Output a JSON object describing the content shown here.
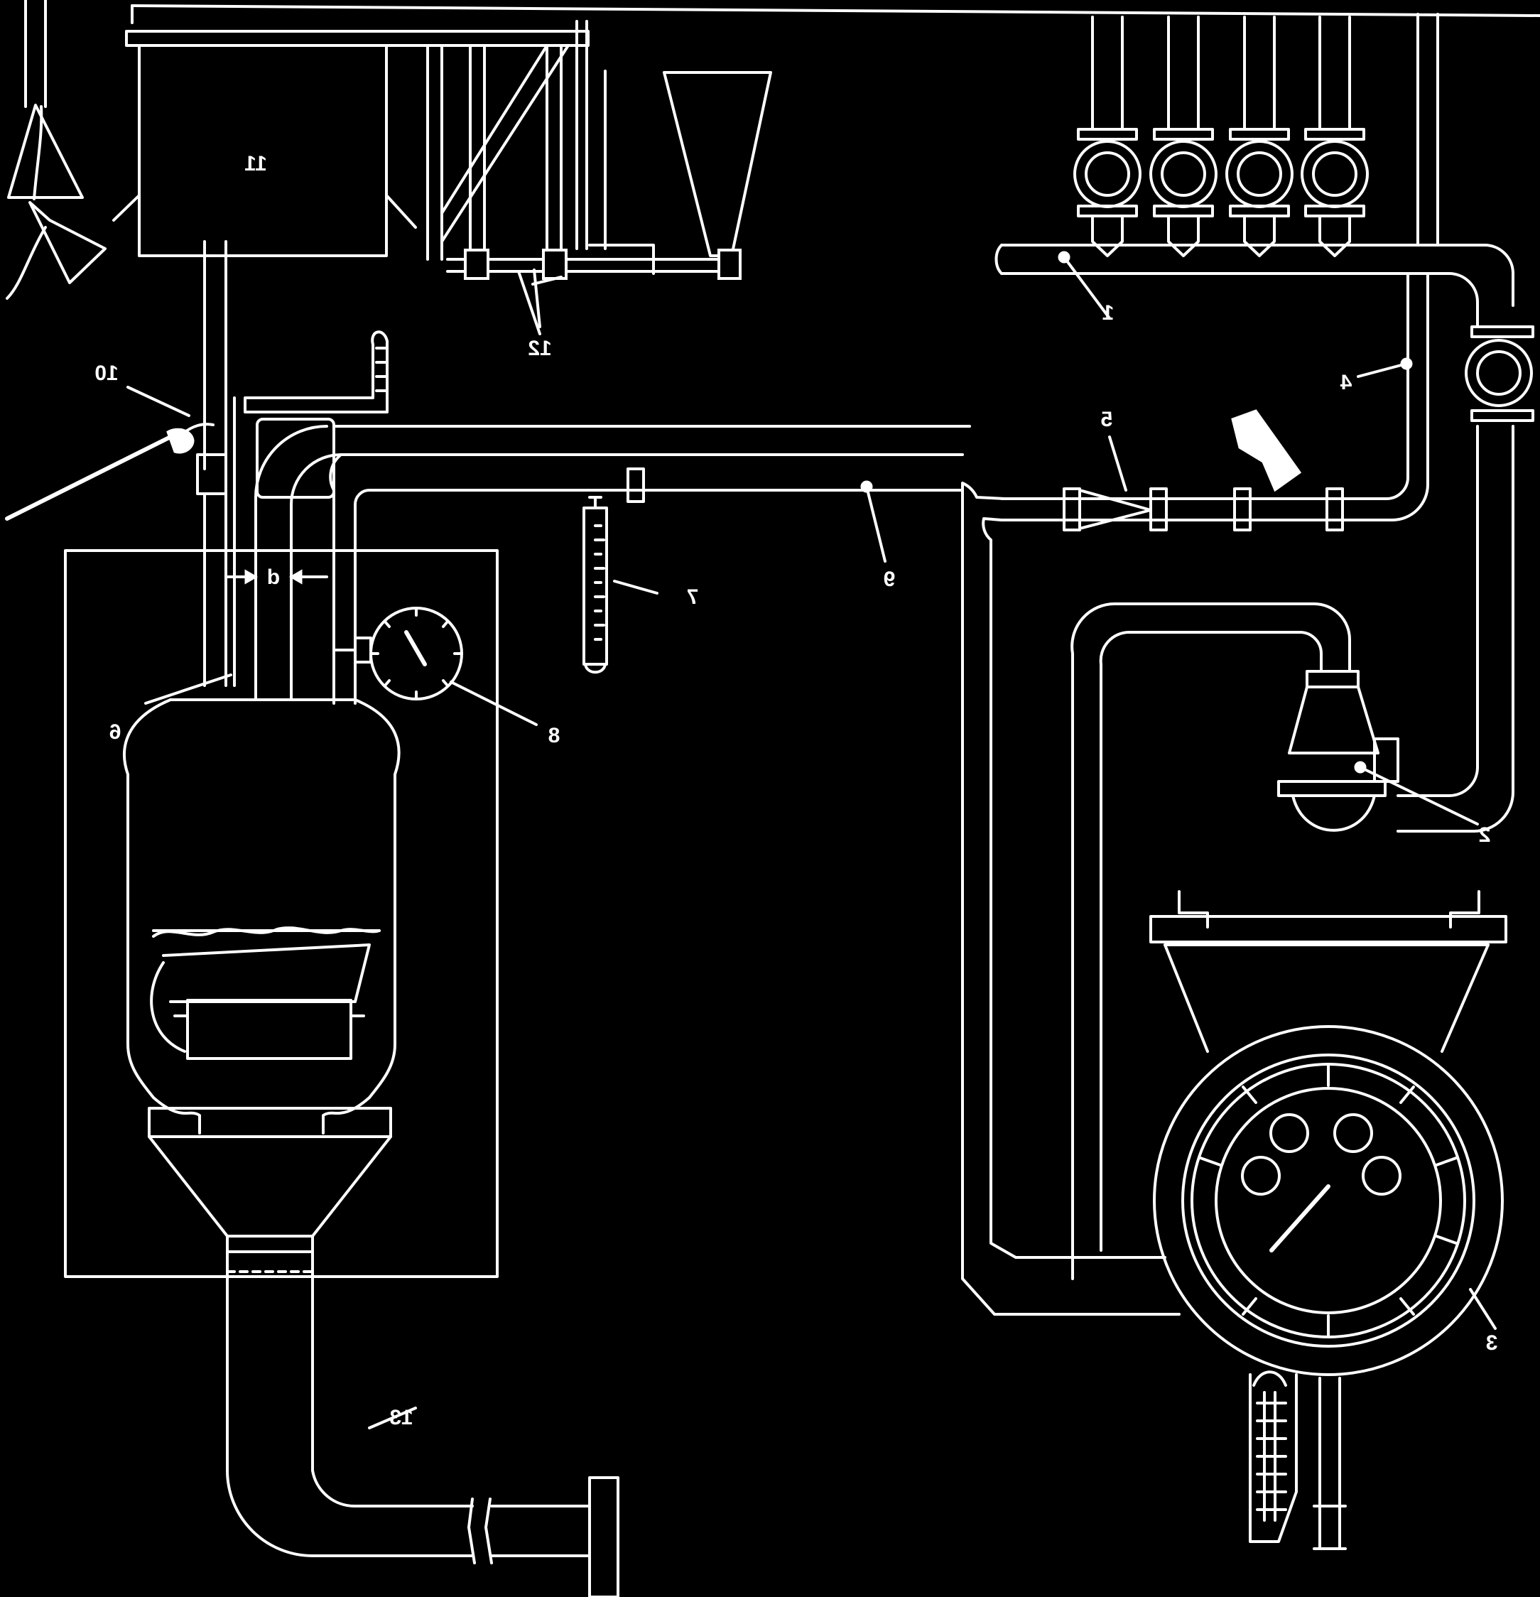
{
  "diagram": {
    "orientation": "mirrored",
    "colors": {
      "background": "#000000",
      "line": "#ffffff"
    },
    "labels": [
      {
        "id": "1",
        "text": "1"
      },
      {
        "id": "2",
        "text": "2"
      },
      {
        "id": "3",
        "text": "3"
      },
      {
        "id": "4",
        "text": "4"
      },
      {
        "id": "5",
        "text": "5"
      },
      {
        "id": "6",
        "text": "6"
      },
      {
        "id": "7",
        "text": "7"
      },
      {
        "id": "8",
        "text": "8"
      },
      {
        "id": "9",
        "text": "9"
      },
      {
        "id": "10",
        "text": "10"
      },
      {
        "id": "11",
        "text": "11"
      },
      {
        "id": "12",
        "text": "12"
      },
      {
        "id": "13",
        "text": "13"
      },
      {
        "id": "d",
        "text": "d"
      }
    ]
  }
}
